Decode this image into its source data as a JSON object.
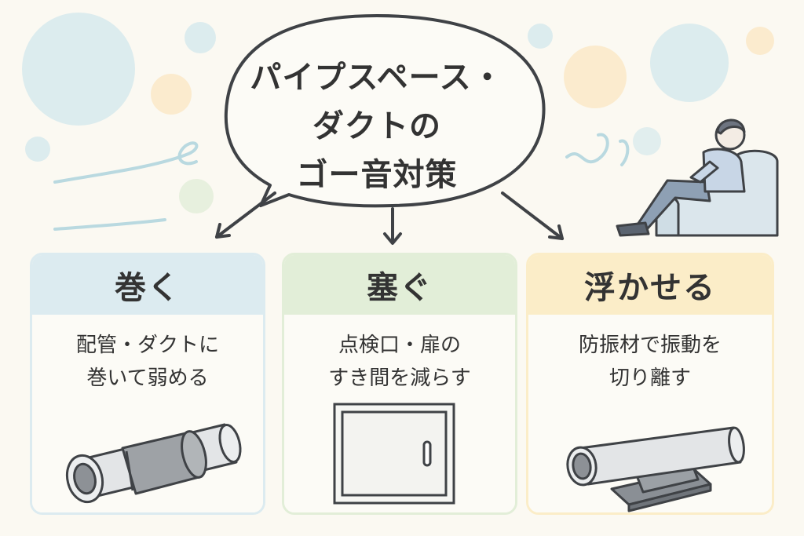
{
  "title": {
    "line1": "パイプスペース・",
    "line2": "ダクトの",
    "line3": "ゴー音対策"
  },
  "cards": [
    {
      "heading": "巻く",
      "desc": [
        "配管・ダクトに",
        "巻いて弱める"
      ],
      "illustration": "wrapped-pipe",
      "color": "#dcebf0"
    },
    {
      "heading": "塞ぐ",
      "desc": [
        "点検口・扉の",
        "すき間を減らす"
      ],
      "illustration": "access-door",
      "color": "#e2eed8"
    },
    {
      "heading": "浮かせる",
      "desc": [
        "防振材で振動を",
        "切り離す"
      ],
      "illustration": "pipe-on-isolator",
      "color": "#fbedc8"
    }
  ],
  "colors": {
    "background": "#fbf9f2",
    "outline": "#3f4246",
    "pipe": "#d8dadc",
    "insulation": "#9a9ea2"
  }
}
